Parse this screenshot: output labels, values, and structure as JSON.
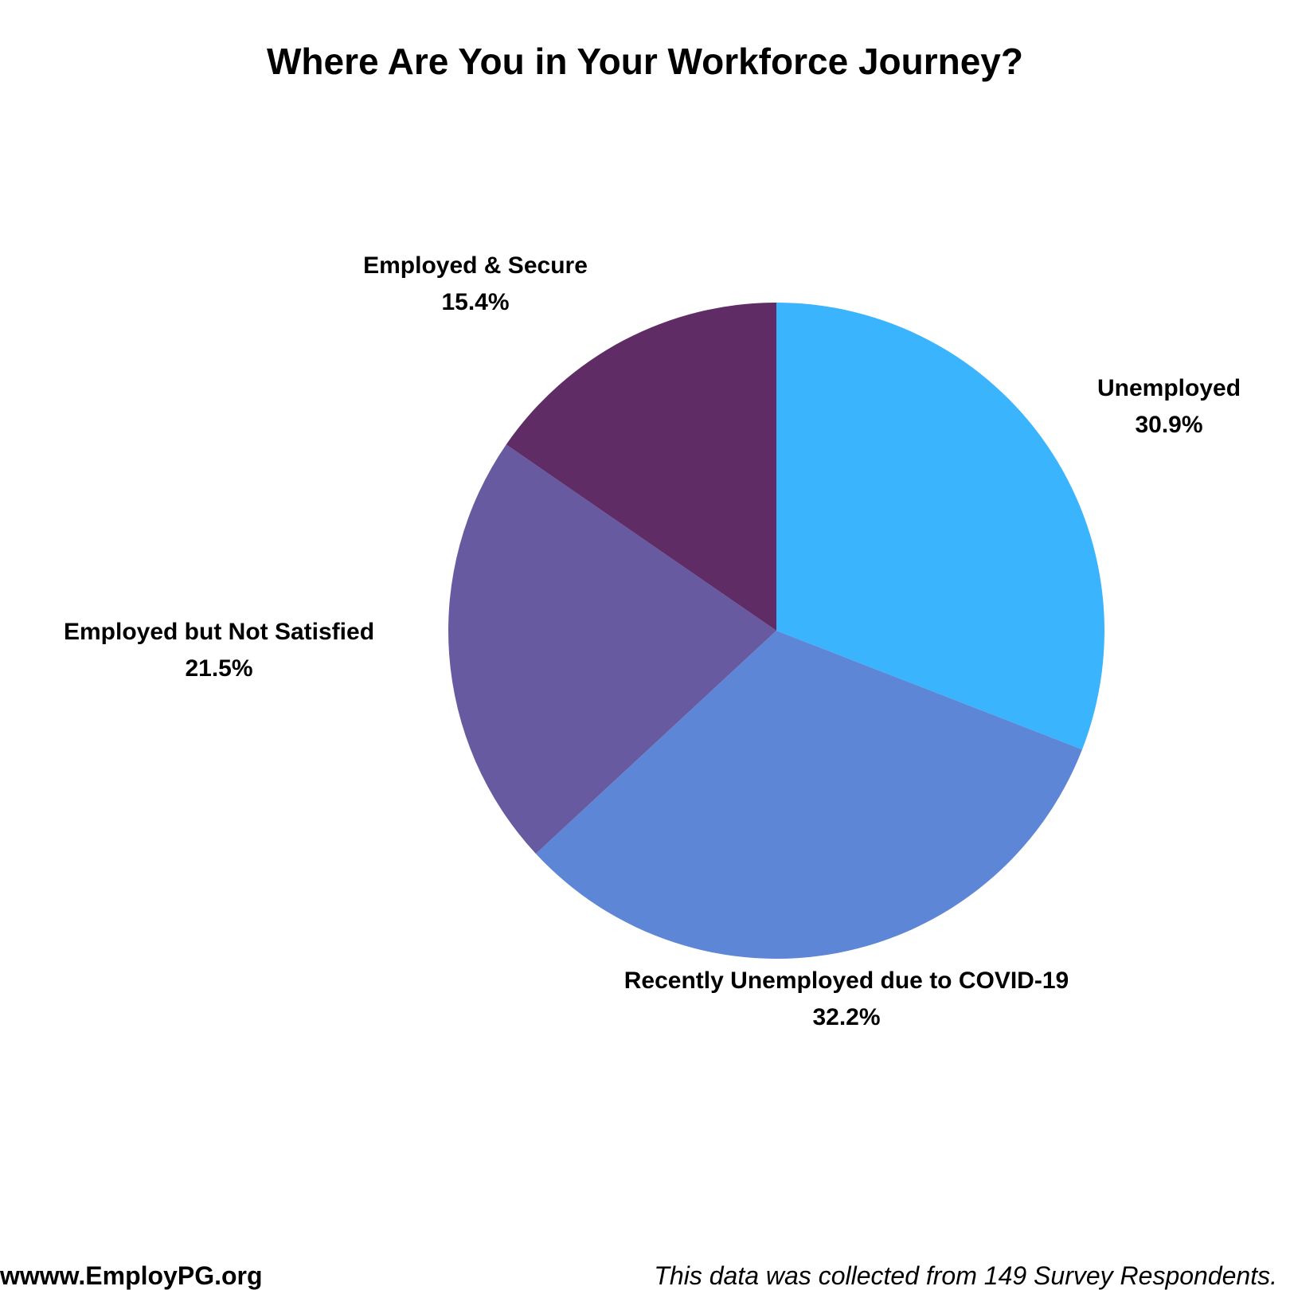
{
  "chart_data": {
    "type": "pie",
    "title": "Where Are You in Your Workforce Journey?",
    "slices": [
      {
        "label": "Unemployed",
        "value": 30.9,
        "value_label": "30.9%",
        "color": "#3ab4fd"
      },
      {
        "label": "Recently Unemployed due to COVID-19",
        "value": 32.2,
        "value_label": "32.2%",
        "color": "#5e86d6"
      },
      {
        "label": "Employed but Not Satisfied",
        "value": 21.5,
        "value_label": "21.5%",
        "color": "#685aa0"
      },
      {
        "label": "Employed & Secure",
        "value": 15.4,
        "value_label": "15.4%",
        "color": "#5f2c66"
      }
    ],
    "start": "12 o'clock",
    "direction": "clockwise"
  },
  "footer": {
    "website": "wwww.EmployPG.org",
    "note": "This data was collected from 149 Survey Respondents."
  }
}
